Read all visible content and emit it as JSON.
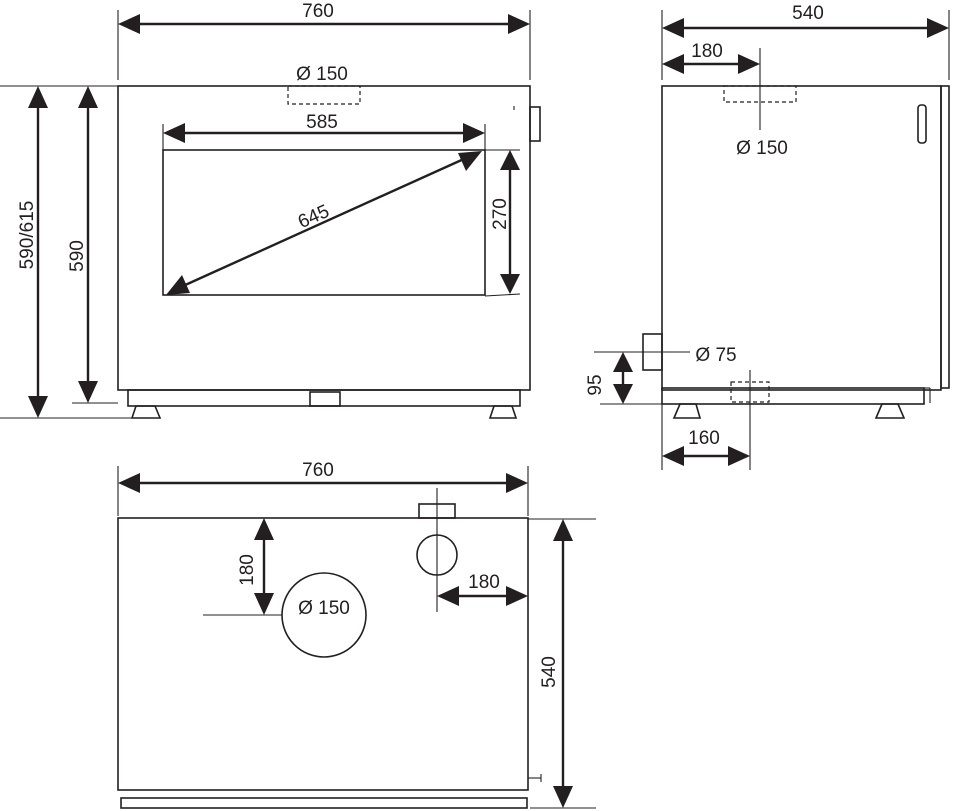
{
  "front_view": {
    "width": "760",
    "flue_diameter": "Ø 150",
    "glass_width": "585",
    "glass_diagonal": "645",
    "glass_height": "270",
    "total_height": "590/615",
    "body_height": "590"
  },
  "side_view": {
    "depth": "540",
    "flue_offset": "180",
    "flue_diameter": "Ø 150",
    "air_inlet_diameter": "Ø 75",
    "air_inlet_height": "95",
    "bottom_inlet_offset": "160"
  },
  "top_view": {
    "width": "760",
    "flue_offset_front": "180",
    "flue_diameter": "Ø 150",
    "side_offset": "180",
    "depth": "540"
  }
}
